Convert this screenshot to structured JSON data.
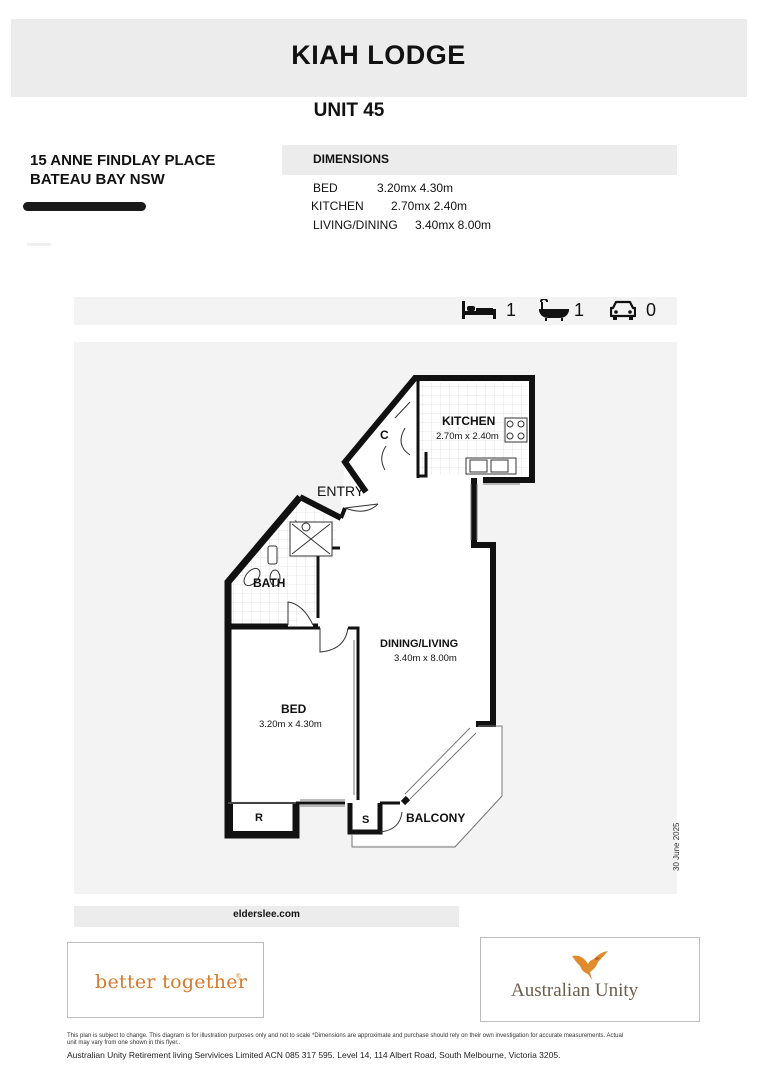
{
  "header": {
    "title": "KIAH LODGE",
    "unit": "UNIT 45"
  },
  "address": {
    "line1": "15 ANNE FINDLAY PLACE",
    "line2": "BATEAU BAY NSW"
  },
  "dimensions": {
    "title": "DIMENSIONS",
    "rows": [
      {
        "room": "BED",
        "size": "3.20mx 4.30m"
      },
      {
        "room": "KITCHEN",
        "size": "2.70mx 2.40m"
      },
      {
        "room": "LIVING/DINING",
        "size": "3.40mx 8.00m"
      }
    ]
  },
  "features": {
    "bed_icon": "bed-icon",
    "bath_icon": "bathtub-icon",
    "car_icon": "car-icon",
    "bedrooms": "1",
    "bathrooms": "1",
    "car_spaces": "0"
  },
  "plan": {
    "kitchen_label": "KITCHEN",
    "kitchen_size": "2.70m x 2.40m",
    "cupboard_label": "C",
    "entry_label": "ENTRY",
    "bath_label": "BATH",
    "living_label": "DINING/LIVING",
    "living_size": "3.40m x 8.00m",
    "bed_label": "BED",
    "bed_size": "3.20m x 4.30m",
    "robe_label": "R",
    "storage_label": "S",
    "balcony_label": "BALCONY"
  },
  "date": "30 June 2025",
  "website": "elderslee.com",
  "logos": {
    "better_together": "better together",
    "better_together_reg": "®",
    "australian_unity": "Australian Unity",
    "brand_orange": "#d47a2c"
  },
  "footer": {
    "disclaimer": "This plan is subject to change. This diagram is for illustration purposes only and not to scale *Dimensions are approximate and purchase should rely on their own investigation for accurate measurements. Actual unit may vary from one shown in this flyer..",
    "company": "Australian Unity Retirement living Servivices Limited ACN 085 317 595. Level 14, 114 Albert Road, South Melbourne, Victoria 3205."
  }
}
